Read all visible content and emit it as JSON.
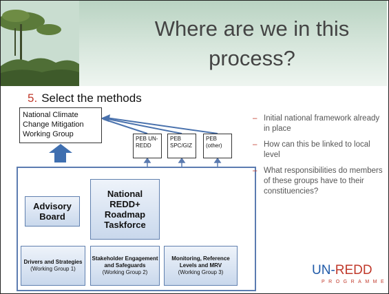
{
  "title": "Where are we in this process?",
  "step": {
    "number": "5.",
    "text": "Select the methods"
  },
  "ncc_group": "National Climate Change Mitigation Working Group",
  "peb_boxes": [
    {
      "label": "PEB UN-REDD"
    },
    {
      "label": "PEB SPC/GIZ"
    },
    {
      "label": "PEB (other)"
    }
  ],
  "advisory_board": "Advisory Board",
  "taskforce": "National REDD+ Roadmap Taskforce",
  "working_groups": [
    {
      "title": "Drivers and Strategies",
      "sub": "(Working Group 1)"
    },
    {
      "title": "Stakeholder Engagement and Safeguards",
      "sub": "(Working Group 2)"
    },
    {
      "title": "Monitoring, Reference Levels and MRV",
      "sub": "(Working Group 3)"
    }
  ],
  "bullets": [
    "Initial national framework already in place",
    "How can this be linked to local level",
    "What responsibilities do members of these groups have to their constituencies?"
  ],
  "bullet_marker": "–",
  "logo": {
    "un": "UN-",
    "redd": "REDD",
    "programme": "PROGRAMME"
  },
  "colors": {
    "accent_red": "#c0392b",
    "arrow_blue": "#3f6fb0",
    "box_blue": "#c9d8ec",
    "logo_blue": "#1f5aa8"
  }
}
